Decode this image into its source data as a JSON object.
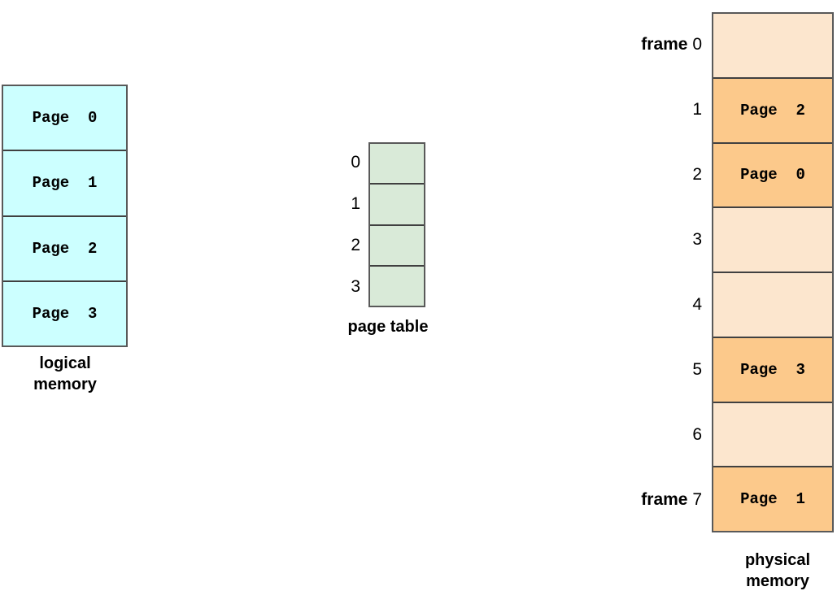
{
  "colors": {
    "logical_fill": "#ccffff",
    "page_table_fill": "#d9ead8",
    "frame_empty_fill": "#fce6ce",
    "frame_filled_fill": "#fcc98b",
    "border": "#595959",
    "divider": "#404040"
  },
  "logical_memory": {
    "caption_line1": "logical",
    "caption_line2": "memory",
    "cells": [
      "Page  0",
      "Page  1",
      "Page  2",
      "Page  3"
    ]
  },
  "page_table": {
    "caption": "page table",
    "rows": [
      {
        "index": "0",
        "value": ""
      },
      {
        "index": "1",
        "value": ""
      },
      {
        "index": "2",
        "value": ""
      },
      {
        "index": "3",
        "value": ""
      }
    ]
  },
  "physical_memory": {
    "caption_line1": "physical",
    "caption_line2": "memory",
    "frames": [
      {
        "label_prefix": "frame",
        "index": "0",
        "content": ""
      },
      {
        "label_prefix": "",
        "index": "1",
        "content": "Page  2"
      },
      {
        "label_prefix": "",
        "index": "2",
        "content": "Page  0"
      },
      {
        "label_prefix": "",
        "index": "3",
        "content": ""
      },
      {
        "label_prefix": "",
        "index": "4",
        "content": ""
      },
      {
        "label_prefix": "",
        "index": "5",
        "content": "Page  3"
      },
      {
        "label_prefix": "",
        "index": "6",
        "content": ""
      },
      {
        "label_prefix": "frame",
        "index": "7",
        "content": "Page  1"
      }
    ]
  }
}
